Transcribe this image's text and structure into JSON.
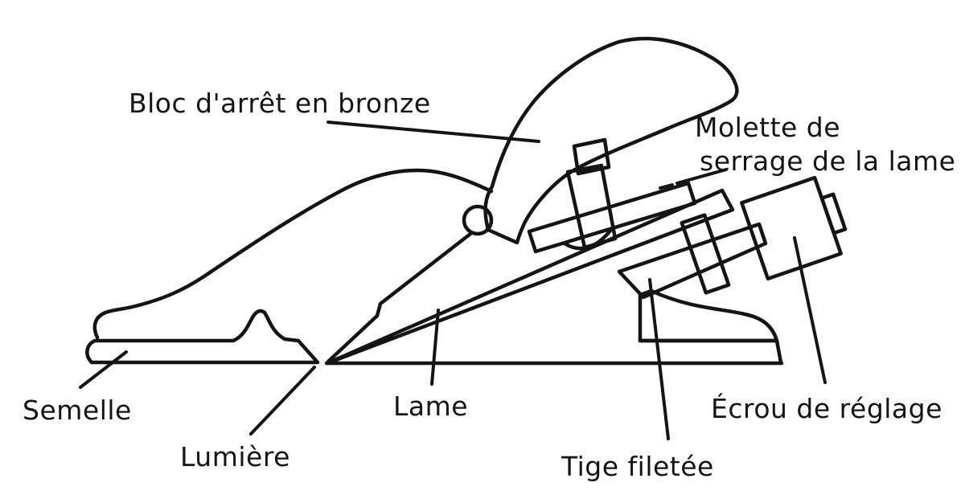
{
  "diagram": {
    "subject": "block-plane-annotated-diagram",
    "colors": {
      "ink": "#141414",
      "background": "#ffffff"
    },
    "labels": {
      "lever_cap": {
        "text": "Bloc d'arrêt en bronze"
      },
      "clamp_wheel": {
        "line1": "Molette de",
        "line2": "serrage de la lame"
      },
      "sole": {
        "text": "Semelle"
      },
      "mouth": {
        "text": "Lumière"
      },
      "blade": {
        "text": "Lame"
      },
      "threaded_rod": {
        "text": "Tige filetée"
      },
      "adjusting_nut": {
        "text": "Écrou de réglage"
      }
    }
  }
}
